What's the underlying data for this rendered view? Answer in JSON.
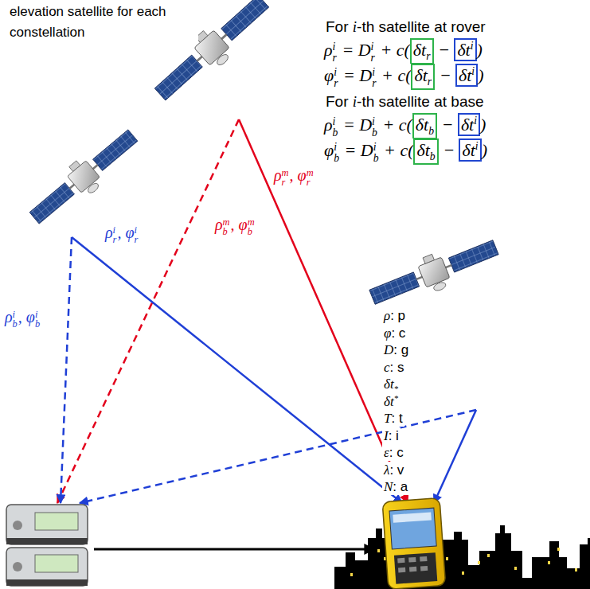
{
  "diagram": {
    "labels": [
      "elevation satellite for each constellation",
      "For ",
      "i",
      "-th satellite at rover",
      "ρ",
      "r",
      "i",
      " = D",
      "r",
      "i",
      " + c(",
      "δt",
      "r",
      " − ",
      "δt",
      "i",
      ")",
      "φ",
      "r",
      "i",
      " = D",
      "r",
      "i",
      " + c(",
      "δt",
      "r",
      " − ",
      "δt",
      "i",
      ")",
      "For ",
      "i",
      "-th satellite at base",
      "ρ",
      "b",
      "i",
      " = D",
      "b",
      "i",
      " + c(",
      "δt",
      "b",
      " − ",
      "δt",
      "i",
      ")",
      "φ",
      "b",
      "i",
      " = D",
      "b",
      "i",
      " + c(",
      "δt",
      "b",
      " − ",
      "δt",
      "i",
      ")",
      "ρ",
      "b",
      "m",
      ", φ",
      "b",
      "m",
      "ρ",
      "r",
      "m",
      ", φ",
      "r",
      "m",
      "ρ",
      "r",
      "i",
      ", φ",
      "r",
      "i",
      "ρ",
      "b",
      "i",
      ", φ",
      "b",
      "i",
      "ρ",
      ": p",
      "φ",
      ": c",
      "D",
      ": g",
      "c",
      ": s",
      "δt",
      "*",
      "δt",
      "*",
      "T",
      ": t",
      "I",
      ": i",
      "ε",
      ": c",
      "λ",
      ": v",
      "N",
      ": a"
    ]
  }
}
